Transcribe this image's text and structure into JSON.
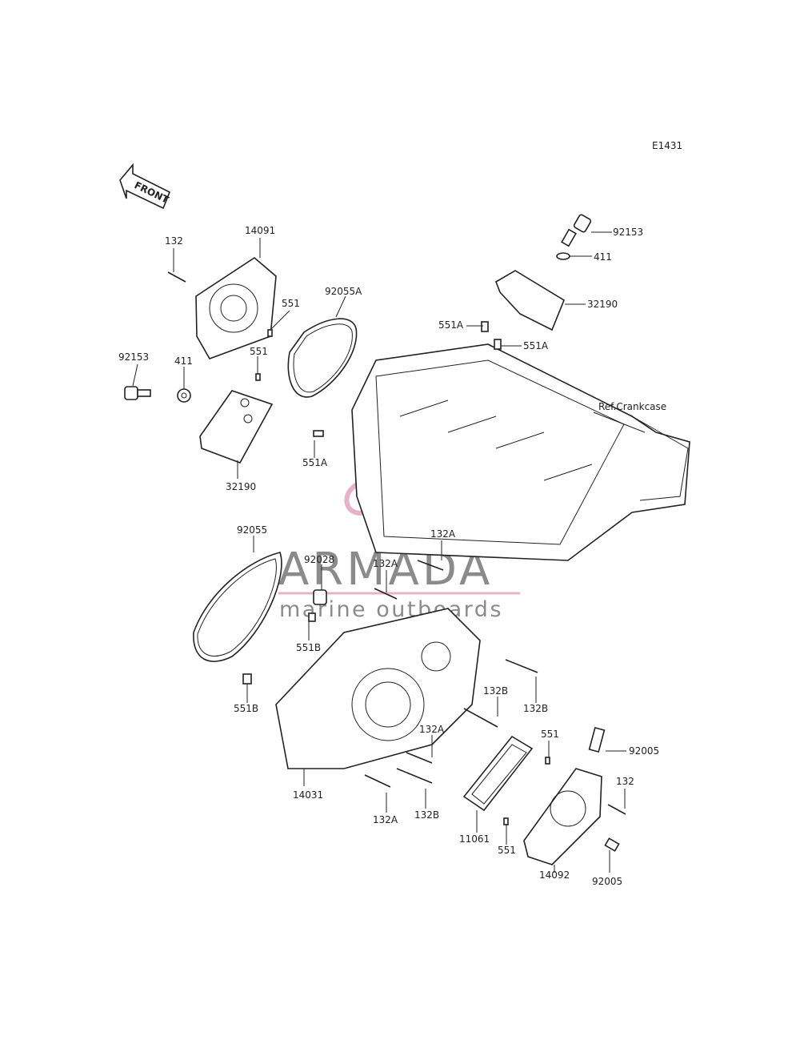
{
  "diagram_code": "E1431",
  "front_label": "FRONT",
  "ref_label": "Ref.Crankcase",
  "watermark": {
    "title": "ARMADA",
    "subtitle": "marine outboards",
    "color": "#e6a4bd"
  },
  "part_labels": [
    "92153",
    "411",
    "32190",
    "551A",
    "551A",
    "132",
    "14091",
    "551",
    "92055A",
    "551",
    "92153",
    "411",
    "32190",
    "551A",
    "92055",
    "92028",
    "132A",
    "132A",
    "551B",
    "551B",
    "132B",
    "132B",
    "132A",
    "551",
    "92005",
    "132",
    "14031",
    "132A",
    "132B",
    "11061",
    "551",
    "14092",
    "92005"
  ]
}
